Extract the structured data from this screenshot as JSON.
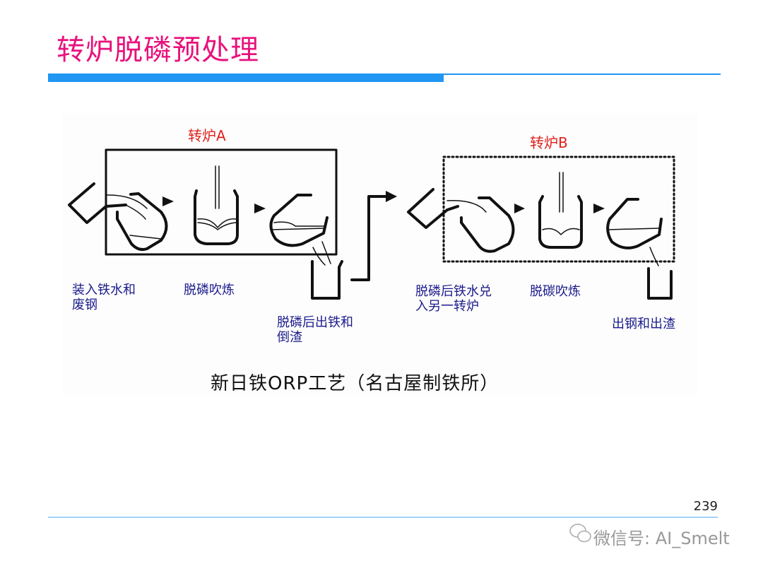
{
  "title": "转炉脱磷预处理",
  "diagram": {
    "converter_a": "转炉A",
    "converter_b": "转炉B",
    "steps_a": [
      "装入铁水和\n废钢",
      "脱磷吹炼",
      "脱磷后出铁和\n倒渣"
    ],
    "steps_b": [
      "脱磷后铁水兑\n入另一转炉",
      "脱碳吹炼",
      "出钢和出渣"
    ],
    "caption": "新日铁ORP工艺（名古屋制铁所）"
  },
  "footer": {
    "page_number": "239",
    "watermark": "微信号: AI_Smelt"
  }
}
